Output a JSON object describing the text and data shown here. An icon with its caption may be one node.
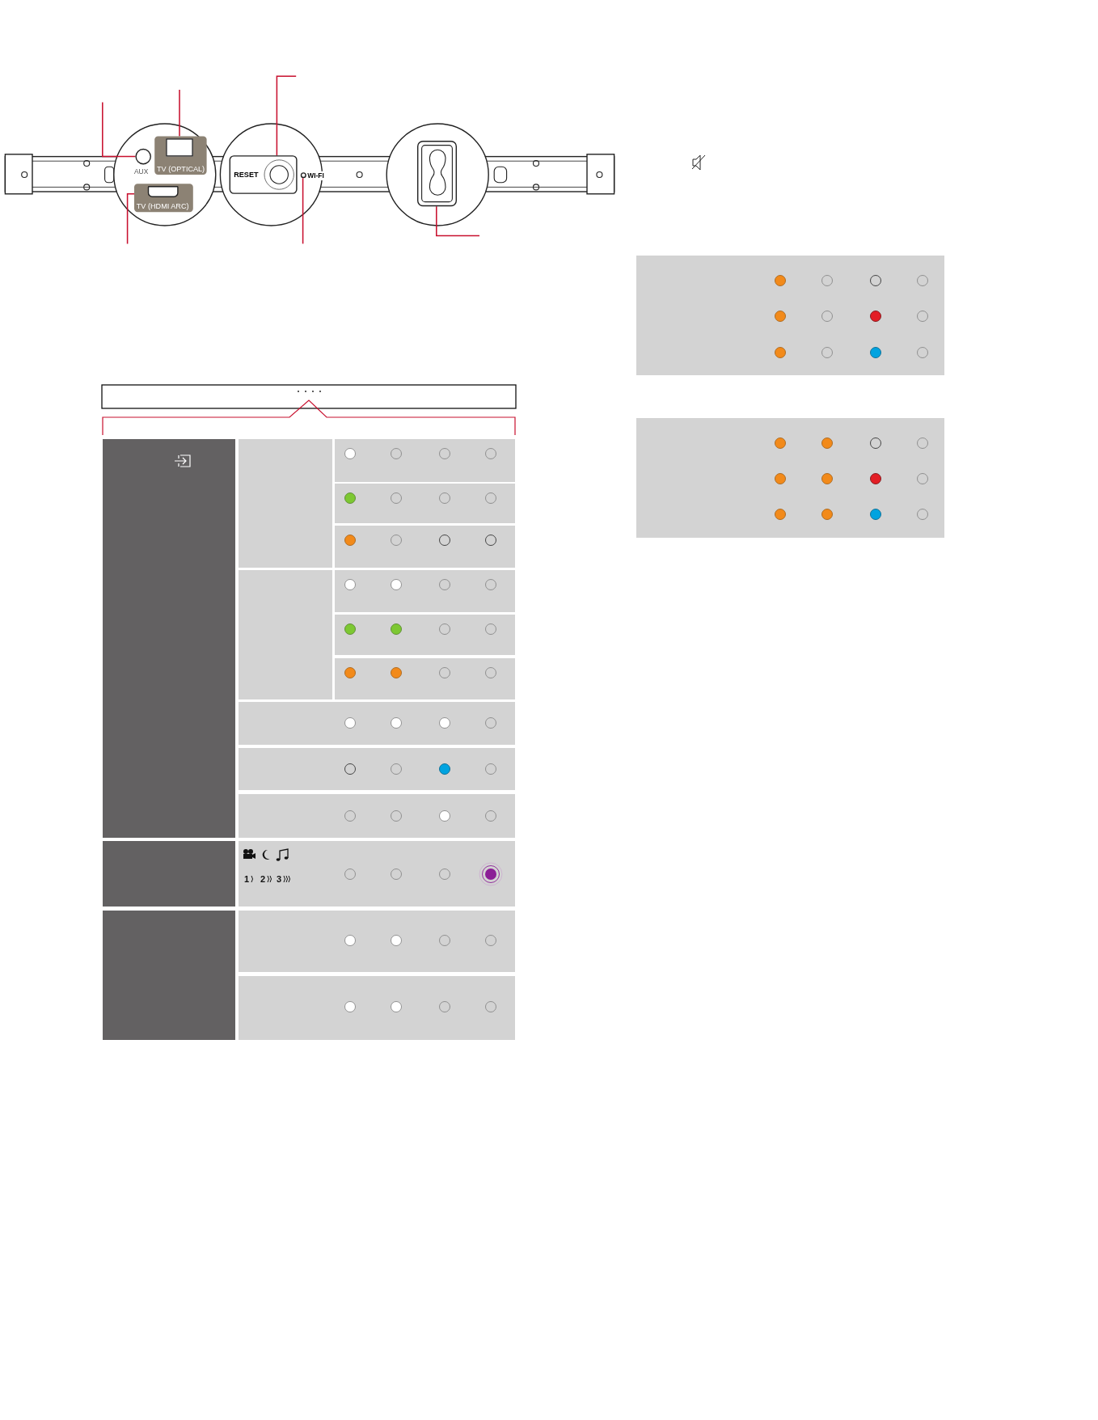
{
  "diagram": {
    "nodes": [
      {
        "text": [],
        "shape": "circle",
        "beside": [
          "AUX"
        ]
      },
      {
        "text": [
          "TV (OPTICAL)"
        ]
      },
      {
        "text": [
          "TV (HDMI ARC)"
        ]
      },
      {
        "text": [
          "RESET"
        ]
      },
      {
        "text": [],
        "shape": "circle",
        "beside": [
          "WI-FI"
        ]
      },
      {
        "text": [],
        "shape": "box"
      }
    ],
    "edges": [
      {
        "from": null,
        "to": 0,
        "arrow": "none"
      },
      {
        "from": null,
        "to": 1,
        "arrow": "none"
      },
      {
        "from": null,
        "to": 2,
        "arrow": "none"
      },
      {
        "from": null,
        "to": 3,
        "arrow": "none"
      },
      {
        "from": null,
        "to": 4,
        "arrow": "none"
      },
      {
        "from": null,
        "to": 5,
        "arrow": "none"
      }
    ],
    "labels": [
      "1",
      "2",
      "3"
    ]
  }
}
